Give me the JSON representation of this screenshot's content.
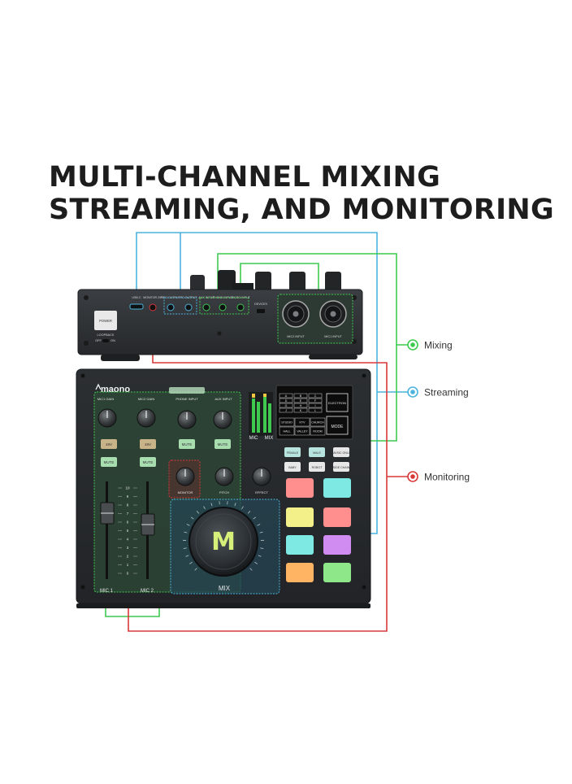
{
  "headline": {
    "line1": "MULTI-CHANNEL MIXING",
    "line2": "STREAMING, AND MONITORING"
  },
  "legend": {
    "mixing": {
      "label": "Mixing",
      "color": "#3fc94f"
    },
    "streaming": {
      "label": "Streaming",
      "color": "#4bb3dd"
    },
    "monitoring": {
      "label": "Monitoring",
      "color": "#d93838"
    }
  },
  "rear_panel": {
    "power": "POWER",
    "loopback": "LOOPBACK",
    "loopback_off": "OFF",
    "loopback_on": "ON",
    "usb_c": "USB-C",
    "monitor_2": "MONITOR 2/R",
    "rec_output": "REC OUTPUT",
    "pc_output": "PC OUTPUT",
    "aux_input": "AUX INPUT",
    "phone_input": "PHONE INPUT",
    "micro_input": "MICRO INPUT",
    "devices": "DEVICES",
    "mic2_input": "MIC2 INPUT",
    "mic1_input": "MIC1 INPUT"
  },
  "top_panel": {
    "brand": "maono",
    "mic1_gain": "MIC1 GAIN",
    "mic2_gain": "MIC2 GAIN",
    "phone_input": "PHONE INPUT",
    "aux_input": "AUX INPUT",
    "p48v_1": "48V",
    "p48v_2": "48V",
    "mute_mic1": "MUTE",
    "mute_mic2": "MUTE",
    "mute_phone": "MUTE",
    "mute_aux": "MUTE",
    "fader_scale": [
      "10",
      "9",
      "8",
      "7",
      "6",
      "5",
      "4",
      "3",
      "2",
      "1",
      "0"
    ],
    "mic1": "MIC 1",
    "mic2": "MIC 2",
    "meter_mic": "MIC",
    "meter_mix": "MIX",
    "effects_grid": [
      "A",
      "B",
      "C",
      "D",
      "E",
      "F",
      "G",
      "H",
      "I",
      "J",
      "K",
      "L"
    ],
    "electronic": "ELECTRON",
    "reverb_grid": [
      "STUDIO",
      "KTV",
      "CHURCH",
      "HALL",
      "VALLEY",
      "ROOM"
    ],
    "mode": "MODE",
    "female": "FEMALE",
    "male": "MALE",
    "music_only": "MUSIC ONLY",
    "baby": "BABY",
    "robot": "ROBOT",
    "side_chain": "SIDE CHAIN",
    "monitor": "MONITOR",
    "pitch": "PITCH",
    "effect": "EFFECT",
    "mix": "MIX",
    "logo": "M"
  }
}
